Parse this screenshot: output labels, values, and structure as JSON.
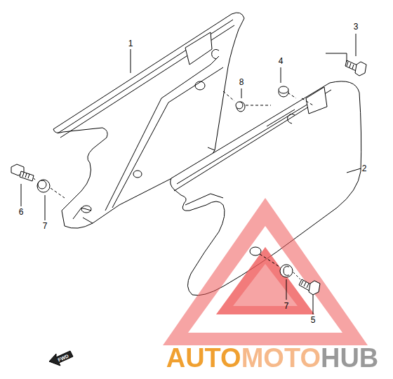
{
  "diagram": {
    "labels": [
      "1",
      "3",
      "4",
      "8",
      "2",
      "6",
      "7",
      "7",
      "5",
      "FWD",
      "AUTOMOTOHUB"
    ]
  }
}
